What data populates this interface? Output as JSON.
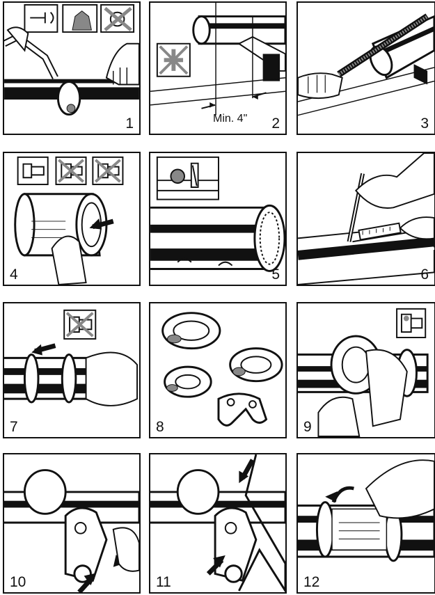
{
  "steps": [
    {
      "number": "1"
    },
    {
      "number": "2",
      "dimension_label": "Min. 4\""
    },
    {
      "number": "3"
    },
    {
      "number": "4"
    },
    {
      "number": "5"
    },
    {
      "number": "6"
    },
    {
      "number": "7"
    },
    {
      "number": "8"
    },
    {
      "number": "9"
    },
    {
      "number": "10"
    },
    {
      "number": "11"
    },
    {
      "number": "12"
    }
  ],
  "colors": {
    "line": "#111111",
    "fill": "#ffffff",
    "shade": "#888888"
  }
}
